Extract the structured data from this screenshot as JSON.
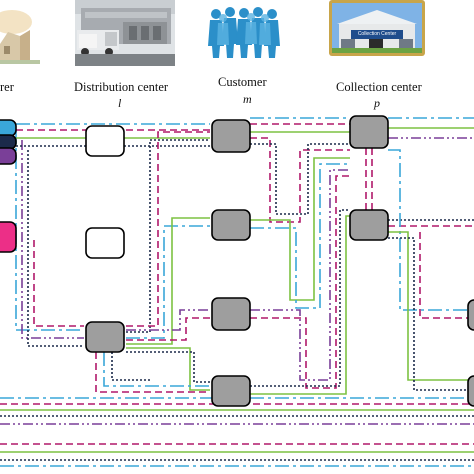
{
  "columns": {
    "manufacturer": {
      "label_fragment": "rer"
    },
    "distribution": {
      "label": "Distribution center",
      "index": "l"
    },
    "customer": {
      "label": "Customer",
      "index": "m"
    },
    "collection": {
      "label": "Collection center",
      "index": "p",
      "photo_sign": "Collection Center"
    }
  },
  "icons": [
    "factory-photo",
    "warehouse-trucks-photo",
    "customers-people-icon",
    "collection-center-photo"
  ],
  "colors": {
    "node_fill": "#9e9e9e",
    "empty_node": "#ffffff",
    "cyan": "#3aa7d9",
    "magenta": "#b0196a",
    "green": "#7dc242",
    "navy": "#1b2a4a",
    "purple": "#7a3f98",
    "pink": "#ec2f87"
  }
}
